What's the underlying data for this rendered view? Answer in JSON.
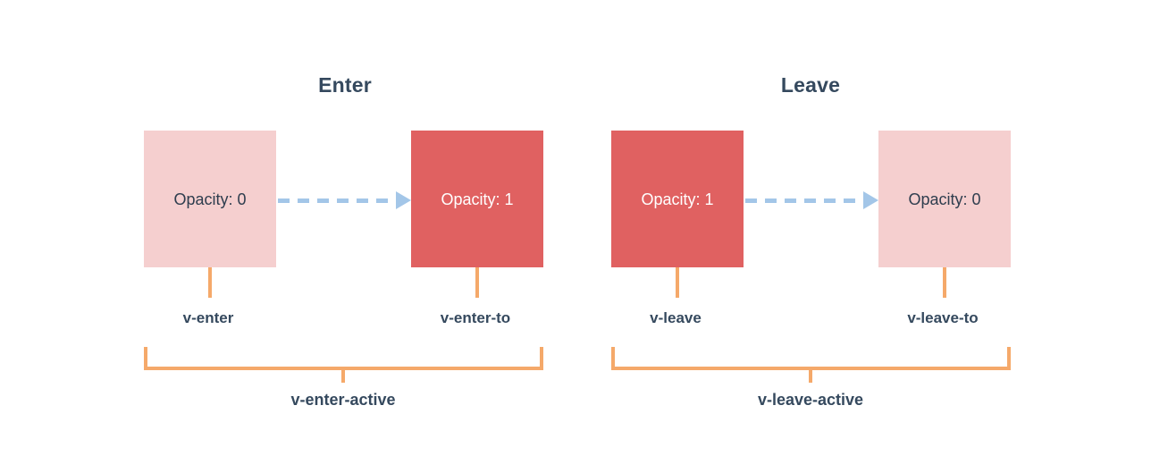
{
  "diagram": {
    "type": "transition-class-timeline",
    "background_color": "#ffffff",
    "colors": {
      "box_opacity_0": "#f5cfcf",
      "box_opacity_1": "#e06161",
      "arrow": "#a3c6e8",
      "bracket": "#f5a96a",
      "text_dark": "#35495e",
      "text_on_dark": "#ffffff"
    },
    "groups": [
      {
        "id": "enter",
        "title": "Enter",
        "from": {
          "state_text": "Opacity: 0",
          "opacity": 0,
          "class_label": "v-enter"
        },
        "to": {
          "state_text": "Opacity: 1",
          "opacity": 1,
          "class_label": "v-enter-to"
        },
        "active_class_label": "v-enter-active"
      },
      {
        "id": "leave",
        "title": "Leave",
        "from": {
          "state_text": "Opacity: 1",
          "opacity": 1,
          "class_label": "v-leave"
        },
        "to": {
          "state_text": "Opacity: 0",
          "opacity": 0,
          "class_label": "v-leave-to"
        },
        "active_class_label": "v-leave-active"
      }
    ]
  }
}
